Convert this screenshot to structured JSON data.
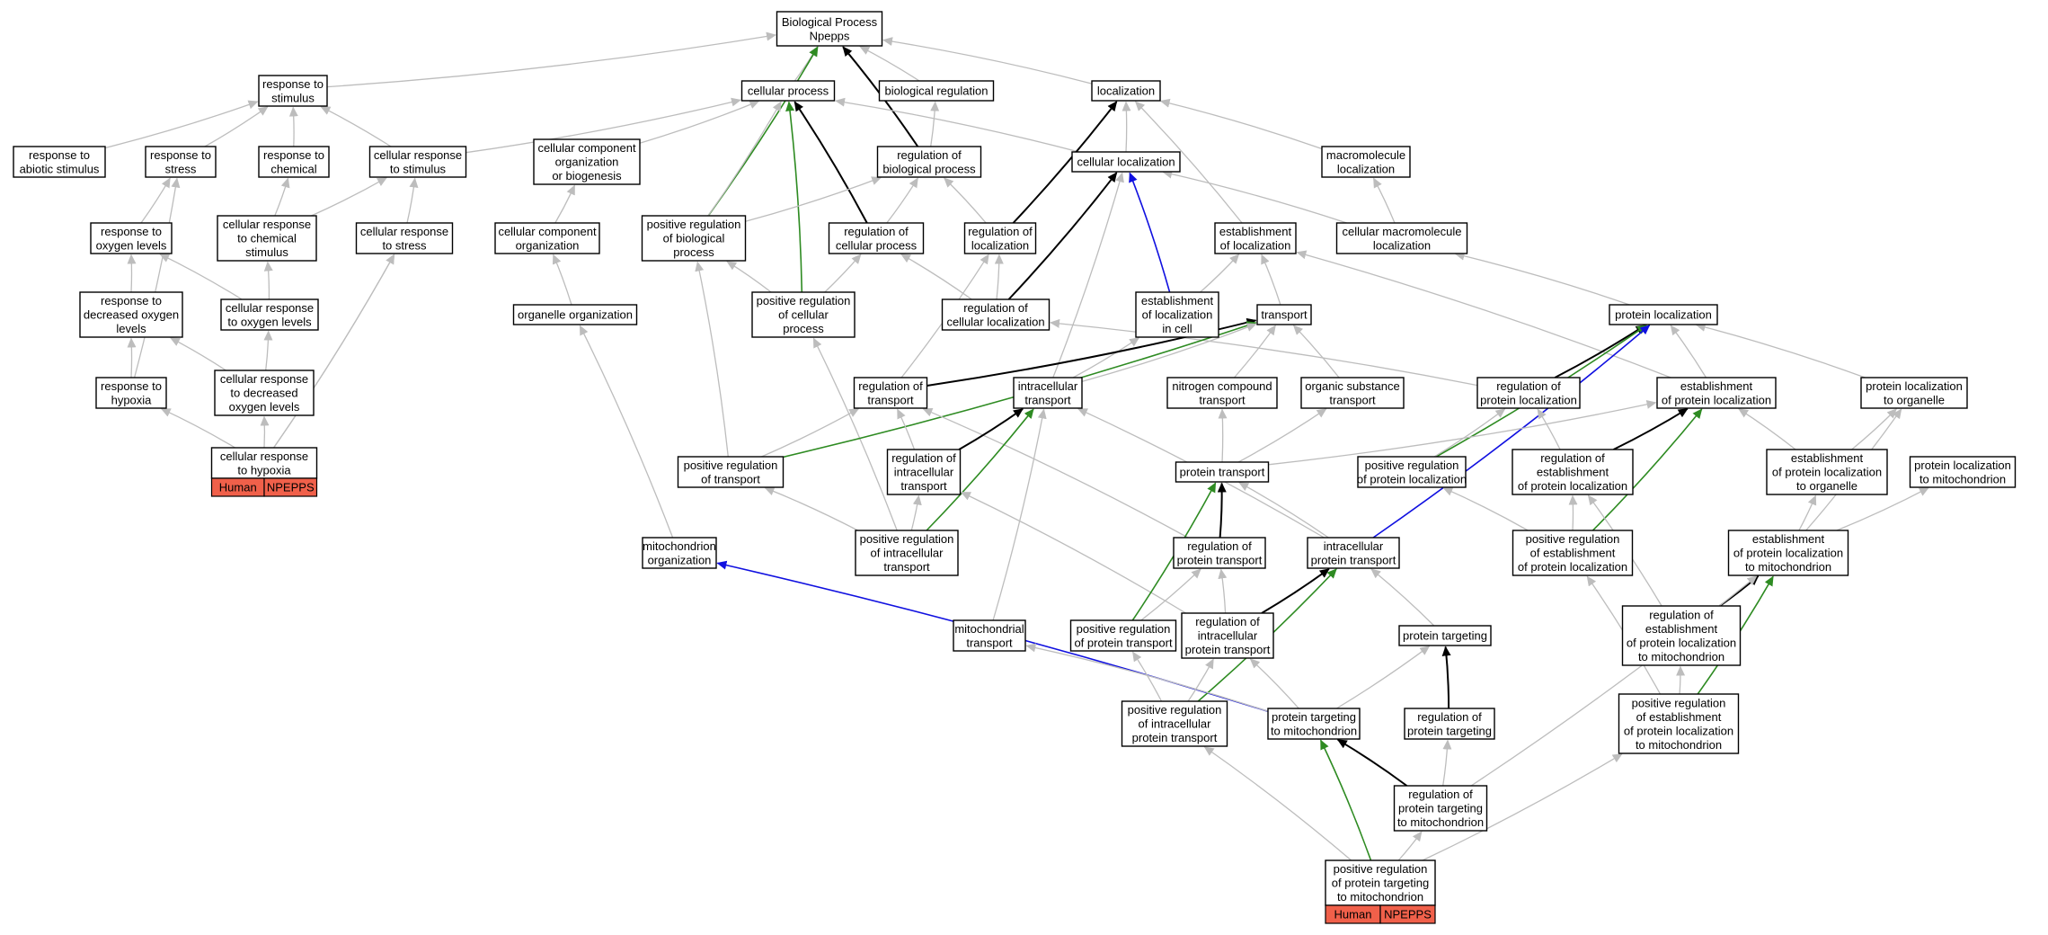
{
  "colors": {
    "is_a": "#bdbdbd",
    "regulates": "#000000",
    "positively_regulates": "#2e8b22",
    "part_of": "#1010e0",
    "tag_fill": "#f0604a"
  },
  "nodes": {
    "root": {
      "label": [
        "Biological Process",
        "Npepps"
      ]
    },
    "cellproc": {
      "label": [
        "cellular process"
      ]
    },
    "bioreg": {
      "label": [
        "biological regulation"
      ]
    },
    "loc": {
      "label": [
        "localization"
      ]
    },
    "respstim": {
      "label": [
        "response to",
        "stimulus"
      ]
    },
    "respabio": {
      "label": [
        "response to",
        "abiotic stimulus"
      ]
    },
    "respstress": {
      "label": [
        "response to",
        "stress"
      ]
    },
    "respchem": {
      "label": [
        "response to",
        "chemical"
      ]
    },
    "cellrespstim": {
      "label": [
        "cellular response",
        "to stimulus"
      ]
    },
    "ccorg": {
      "label": [
        "cellular component",
        "organization",
        "or biogenesis"
      ]
    },
    "regbio": {
      "label": [
        "regulation of",
        "biological process"
      ]
    },
    "cellloc": {
      "label": [
        "cellular localization"
      ]
    },
    "macroloc": {
      "label": [
        "macromolecule",
        "localization"
      ]
    },
    "respoxy": {
      "label": [
        "response to",
        "oxygen levels"
      ]
    },
    "cellrespchem": {
      "label": [
        "cellular response",
        "to chemical",
        "stimulus"
      ]
    },
    "cellrespstress": {
      "label": [
        "cellular response",
        "to stress"
      ]
    },
    "ccorg2": {
      "label": [
        "cellular component",
        "organization"
      ]
    },
    "posregbio": {
      "label": [
        "positive regulation",
        "of biological",
        "process"
      ]
    },
    "regcell": {
      "label": [
        "regulation of",
        "cellular process"
      ]
    },
    "regloc": {
      "label": [
        "regulation of",
        "localization"
      ]
    },
    "estloc": {
      "label": [
        "establishment",
        "of localization"
      ]
    },
    "cellmacroloc": {
      "label": [
        "cellular macromolecule",
        "localization"
      ]
    },
    "respdecoxy": {
      "label": [
        "response to",
        "decreased oxygen",
        "levels"
      ]
    },
    "cellrespoxy": {
      "label": [
        "cellular response",
        "to oxygen levels"
      ]
    },
    "orgorg": {
      "label": [
        "organelle organization"
      ]
    },
    "posregcell": {
      "label": [
        "positive regulation",
        "of cellular",
        "process"
      ]
    },
    "regcellloc": {
      "label": [
        "regulation of",
        "cellular localization"
      ]
    },
    "estloccell": {
      "label": [
        "establishment",
        "of localization",
        "in cell"
      ]
    },
    "transport": {
      "label": [
        "transport"
      ]
    },
    "protloc": {
      "label": [
        "protein localization"
      ]
    },
    "resphyp": {
      "label": [
        "response to",
        "hypoxia"
      ]
    },
    "cellrespdec": {
      "label": [
        "cellular response",
        "to decreased",
        "oxygen levels"
      ]
    },
    "regtrans": {
      "label": [
        "regulation of",
        "transport"
      ]
    },
    "inttrans": {
      "label": [
        "intracellular",
        "transport"
      ]
    },
    "nitro": {
      "label": [
        "nitrogen compound",
        "transport"
      ]
    },
    "organic": {
      "label": [
        "organic substance",
        "transport"
      ]
    },
    "regprotloc": {
      "label": [
        "regulation of",
        "protein localization"
      ]
    },
    "estprotloc": {
      "label": [
        "establishment",
        "of protein localization"
      ]
    },
    "protlocorg": {
      "label": [
        "protein localization",
        "to organelle"
      ]
    },
    "cellresphyp": {
      "label": [
        "cellular response",
        "to hypoxia"
      ]
    },
    "posregtrans": {
      "label": [
        "positive regulation",
        "of transport"
      ]
    },
    "reginttrans": {
      "label": [
        "regulation of",
        "intracellular",
        "transport"
      ]
    },
    "prottrans": {
      "label": [
        "protein transport"
      ]
    },
    "posregprotloc": {
      "label": [
        "positive regulation",
        "of protein localization"
      ]
    },
    "regestprotloc": {
      "label": [
        "regulation of",
        "establishment",
        "of protein localization"
      ]
    },
    "estprotlocorg": {
      "label": [
        "establishment",
        "of protein localization",
        "to organelle"
      ]
    },
    "protlocmito": {
      "label": [
        "protein localization",
        "to mitochondrion"
      ]
    },
    "mitoorg": {
      "label": [
        "mitochondrion",
        "organization"
      ]
    },
    "posreginttrans": {
      "label": [
        "positive regulation",
        "of intracellular",
        "transport"
      ]
    },
    "regprottrans": {
      "label": [
        "regulation of",
        "protein transport"
      ]
    },
    "intprottrans": {
      "label": [
        "intracellular",
        "protein transport"
      ]
    },
    "posregestprotloc": {
      "label": [
        "positive regulation",
        "of establishment",
        "of protein localization"
      ]
    },
    "estprotlocmito": {
      "label": [
        "establishment",
        "of protein localization",
        "to mitochondrion"
      ]
    },
    "mitotrans": {
      "label": [
        "mitochondrial",
        "transport"
      ]
    },
    "posregprottrans": {
      "label": [
        "positive regulation",
        "of protein transport"
      ]
    },
    "regintprottrans": {
      "label": [
        "regulation of",
        "intracellular",
        "protein transport"
      ]
    },
    "prottarg": {
      "label": [
        "protein targeting"
      ]
    },
    "regestprotlocmito": {
      "label": [
        "regulation of",
        "establishment",
        "of protein localization",
        "to mitochondrion"
      ]
    },
    "posregintprottrans": {
      "label": [
        "positive regulation",
        "of intracellular",
        "protein transport"
      ]
    },
    "prottargmito": {
      "label": [
        "protein targeting",
        "to mitochondrion"
      ]
    },
    "regprottarg": {
      "label": [
        "regulation of",
        "protein targeting"
      ]
    },
    "posregestprotlocmito": {
      "label": [
        "positive regulation",
        "of establishment",
        "of protein localization",
        "to mitochondrion"
      ]
    },
    "regprottargmito": {
      "label": [
        "regulation of",
        "protein targeting",
        "to mitochondrion"
      ]
    },
    "posregprottargmito": {
      "label": [
        "positive regulation",
        "of protein targeting",
        "to mitochondrion"
      ]
    }
  },
  "annotations": {
    "cellresphyp": {
      "species": "Human",
      "gene": "NPEPPS"
    },
    "posregprottargmito": {
      "species": "Human",
      "gene": "NPEPPS"
    }
  }
}
